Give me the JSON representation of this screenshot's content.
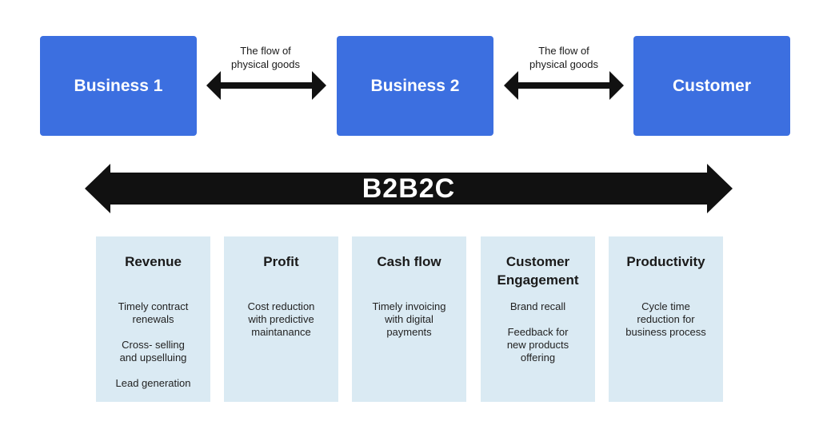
{
  "entities": [
    {
      "label": "Business 1"
    },
    {
      "label": "Business 2"
    },
    {
      "label": "Customer"
    }
  ],
  "flows": [
    {
      "label": "The flow of\nphysical goods"
    },
    {
      "label": "The flow of\nphysical goods"
    }
  ],
  "model": {
    "label": "B2B2C"
  },
  "cards": [
    {
      "title": "Revenue",
      "items": [
        "Timely contract\nrenewals",
        "Cross- selling\nand upselluing",
        "Lead generation"
      ]
    },
    {
      "title": "Profit",
      "items": [
        "Cost reduction\nwith predictive\nmaintanance"
      ]
    },
    {
      "title": "Cash flow",
      "items": [
        "Timely invoicing\nwith digital\npayments"
      ]
    },
    {
      "title": "Customer\nEngagement",
      "items": [
        "Brand recall",
        "Feedback for\nnew products\noffering"
      ]
    },
    {
      "title": "Productivity",
      "items": [
        "Cycle time\nreduction for\nbusiness process"
      ]
    }
  ],
  "colors": {
    "entity_fill": "#3c6fe0",
    "arrow_fill": "#111111",
    "card_fill": "#daeaf3"
  }
}
